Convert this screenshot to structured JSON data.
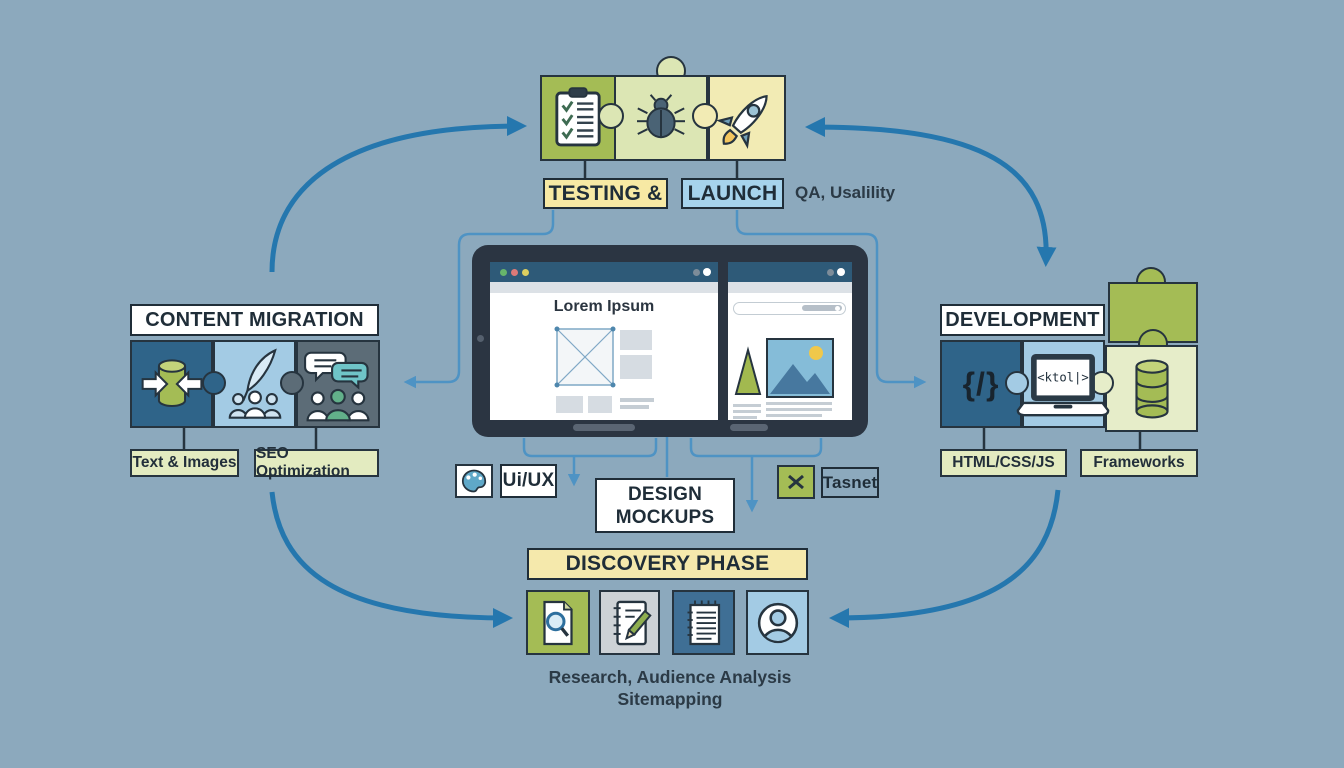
{
  "page": {
    "background": "#8CA9BD"
  },
  "testing_launch": {
    "label_testing": "TESTING &",
    "label_launch": "LAUNCH",
    "note": "QA, Usalility"
  },
  "content_migration": {
    "title": "CONTENT MIGRATION",
    "tags": [
      "Text & Images",
      "SEO Optimization"
    ]
  },
  "development": {
    "title": "DEVELOPMENT",
    "tags": [
      "HTML/CSS/JS",
      "Frameworks"
    ],
    "code_glyph": "{/}",
    "laptop_code": "<ktol|>"
  },
  "design_mockups": {
    "title_line1": "DESIGN",
    "title_line2": "MOCKUPS",
    "tag_left": "Ui/UX",
    "tag_right": "Tasnet"
  },
  "discovery": {
    "title": "DISCOVERY PHASE",
    "note_line1": "Research, Audience Analysis",
    "note_line2": "Sitemapping"
  },
  "tablet": {
    "left_screen_heading": "Lorem Ipsum"
  },
  "colors": {
    "arrow_blue": "#2577AE",
    "connector_blue": "#4E93C4",
    "olive_green": "#A4BC55",
    "pale_green_piece": "#DCE6B4",
    "pale_yellow_piece": "#F2EBB4",
    "testing_yellow": "#F7E9A4",
    "launch_blue": "#A6D3EC",
    "dark_blue_piece": "#2F6489",
    "light_blue_piece": "#A3CBE4",
    "slate_piece": "#5C6C77",
    "tag_green": "#E3EBC0",
    "discovery_yellow": "#F5E9AC",
    "tablet_frame": "#2B3542",
    "browser_bar": "#2E5A78"
  },
  "icons": [
    "checklist-icon",
    "bug-icon",
    "rocket-icon",
    "database-sync-icon",
    "feather-team-icon",
    "chat-team-icon",
    "code-icon",
    "laptop-icon",
    "database-icon",
    "palette-icon",
    "x-icon",
    "search-doc-icon",
    "notebook-pencil-icon",
    "notepad-icon",
    "user-icon"
  ]
}
